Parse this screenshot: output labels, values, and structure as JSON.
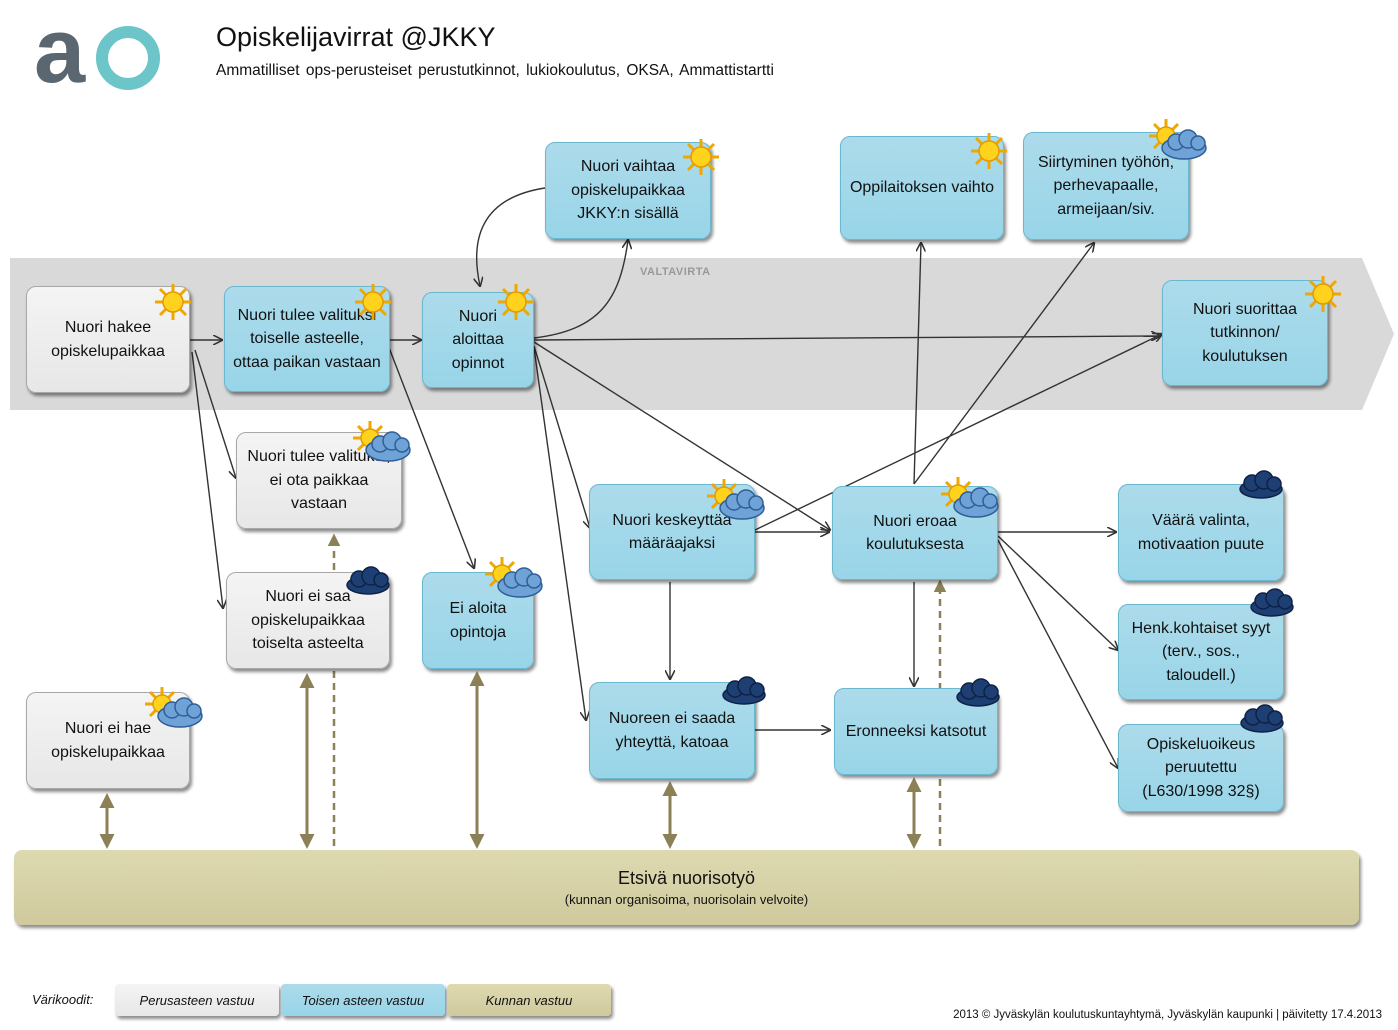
{
  "header": {
    "logo_text": "ao",
    "title": "Opiskelijavirrat @JKKY",
    "subtitle": "Ammatilliset  ops-perusteiset perustutkinnot, lukiokoulutus, OKSA, Ammattistartti"
  },
  "band_label": "VALTAVIRTA",
  "boxes": {
    "hakee": "Nuori hakee opiskelupaikkaa",
    "tulee_valituksi_ottaa": "Nuori tulee valituksi toiselle asteelle, ottaa paikan vastaan",
    "aloittaa": "Nuori aloittaa opinnot",
    "vaihtaa": "Nuori vaihtaa opiskelupaikkaa JKKY:n sisällä",
    "oppilaitos_vaihto": "Oppilaitoksen vaihto",
    "siirtyminen": "Siirtyminen työhön, perhevapaalle, armeijaan/siv.",
    "suorittaa": "Nuori suorittaa tutkinnon/ koulutuksen",
    "ei_ota": "Nuori tulee valituksi, ei ota paikkaa vastaan",
    "ei_saa": "Nuori ei saa opiskelupaikkaa toiselta asteelta",
    "ei_aloita": "Ei aloita opintoja",
    "keskeyttaa": "Nuori keskeyttää määräajaksi",
    "eroaa": "Nuori eroaa koulutuksesta",
    "vaara_valinta": "Väärä valinta, motivaation puute",
    "henk_syyt": "Henk.kohtaiset syyt (terv., sos., taloudell.)",
    "oikeus_peruutettu": "Opiskeluoikeus peruutettu (L630/1998 32§)",
    "ei_hae": "Nuori ei hae opiskelupaikkaa",
    "ei_yhteytta": "Nuoreen ei saada yhteyttä, katoaa",
    "eronneeksi": "Eronneeksi katsotut"
  },
  "etsiva": {
    "title": "Etsivä nuorisotyö",
    "subtitle": "(kunnan organisoima, nuorisolain velvoite)"
  },
  "legend": {
    "label": "Värikoodit:",
    "items": [
      "Perusasteen vastuu",
      "Toisen asteen vastuu",
      "Kunnan vastuu"
    ]
  },
  "footer": "2013 © Jyväskylän koulutuskuntayhtymä, Jyväskylän kaupunki | päivitetty 17.4.2013",
  "colors": {
    "blue_box": "#9fd8ea",
    "gray_box": "#ececec",
    "tan_box": "#d6d0a4",
    "band": "#d9d9d9",
    "double_arrow": "#8c8056",
    "logo_a": "#5a6670",
    "logo_o": "#6cc5c8"
  }
}
